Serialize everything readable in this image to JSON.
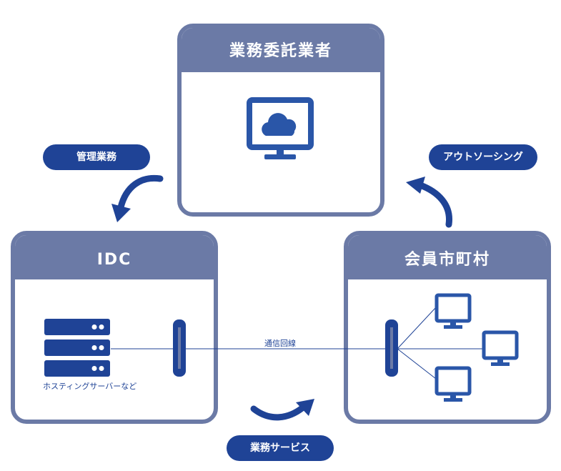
{
  "boxes": {
    "outsource": {
      "title": "業務委託業者"
    },
    "idc": {
      "title": "IDC"
    },
    "municipality": {
      "title": "会員市町村"
    }
  },
  "pills": {
    "management": "管理業務",
    "outsourcing": "アウトソーシング",
    "service": "業務サービス"
  },
  "labels": {
    "hosting": "ホスティングサーバーなど",
    "line": "通信回線"
  },
  "colors": {
    "frame": "#6b7aa6",
    "navy": "#1f4396",
    "icon": "#2a56a8"
  }
}
